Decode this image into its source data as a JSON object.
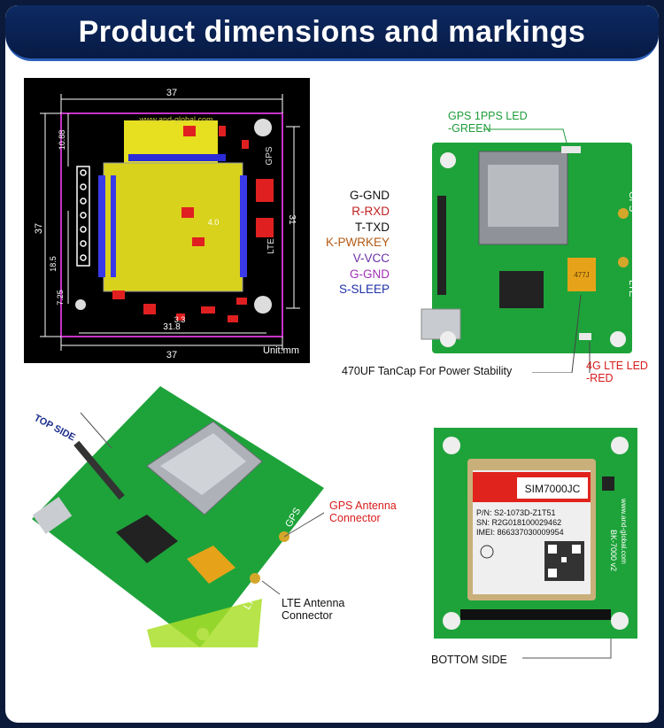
{
  "title": "Product dimensions and markings",
  "dims": {
    "unit": "Unit:mm",
    "width_top": "37",
    "width_bottom": "37",
    "inner_width": "31.8",
    "height_left": "37",
    "height_right": "31",
    "dim_10_88": "10.88",
    "dim_18_5": "18.5",
    "dim_7_25": "7.25",
    "dim_3_3": "3.3",
    "dim_4_0": "4.0",
    "silk_url": "www.and-global.com",
    "gps_mark": "GPS",
    "lte_mark": "LTE"
  },
  "pins": {
    "items": [
      {
        "label": "G-GND",
        "color": "#111111"
      },
      {
        "label": "R-RXD",
        "color": "#c0201f"
      },
      {
        "label": "T-TXD",
        "color": "#111111"
      },
      {
        "label": "K-PWRKEY",
        "color": "#b45a14"
      },
      {
        "label": "V-VCC",
        "color": "#6a2fa6"
      },
      {
        "label": "G-GND",
        "color": "#a12fb6"
      },
      {
        "label": "S-SLEEP",
        "color": "#2030a8"
      }
    ]
  },
  "board_top": {
    "gps_led": "GPS 1PPS LED",
    "gps_led_color": "-GREEN",
    "lte_led": "4G LTE LED",
    "lte_led_color": "-RED",
    "tancap": "470UF TanCap For Power Stability",
    "gps_silk": "GPS",
    "lte_silk": "LTE",
    "cap_text": "477J"
  },
  "board_angle": {
    "top_side": "TOP SIDE",
    "gps_antenna": "GPS Antenna",
    "gps_antenna_2": "Connector",
    "lte_antenna": "LTE Antenna",
    "lte_antenna_2": "Connector",
    "gps_silk": "GPS",
    "lte_silk": "LTE"
  },
  "board_bottom": {
    "label": "BOTTOM SIDE",
    "module_name": "SIM7000JC",
    "pn": "P/N: S2-1073D-Z1T51",
    "sn": "SN: R2G018100029462",
    "imei": "IMEI: 866337030009954",
    "silk_url": "www.and-global.com",
    "silk_model": "BK-7000 v2"
  },
  "colors": {
    "pcb": "#1ea33a",
    "pcb_dark": "#158a2c",
    "title_bg": "#0d2a63"
  }
}
